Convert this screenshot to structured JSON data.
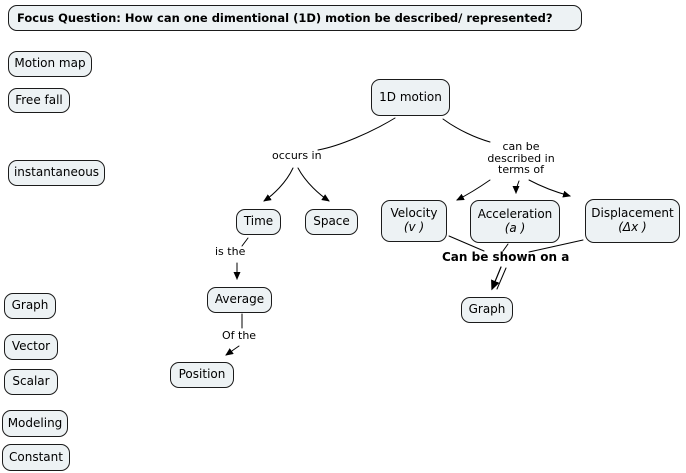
{
  "title": "Focus Question: How can one dimentional (1D) motion be described/ represented?",
  "colors": {
    "node_fill": "#edf2f4",
    "node_border": "#1b1b1b",
    "line": "#000000",
    "background": "#ffffff"
  },
  "side_terms": {
    "motion_map": "Motion map",
    "free_fall": "Free fall",
    "instantaneous": "instantaneous",
    "graph": "Graph",
    "vector": "Vector",
    "scalar": "Scalar",
    "modeling": "Modeling",
    "constant": "Constant"
  },
  "nodes": {
    "motion_1d": "1D motion",
    "time": "Time",
    "space": "Space",
    "average": "Average",
    "position": "Position",
    "velocity": {
      "name": "Velocity",
      "symbol": "(v )"
    },
    "acceleration": {
      "name": "Acceleration",
      "symbol": "(a )"
    },
    "displacement": {
      "name": "Displacement",
      "symbol": "(Δx )"
    },
    "graph": "Graph"
  },
  "edge_labels": {
    "occurs_in": "occurs in",
    "described_in": "can be\ndescribed in\nterms of",
    "is_the": "is the",
    "of_the": "Of the",
    "shown_on": "Can be shown on a"
  }
}
